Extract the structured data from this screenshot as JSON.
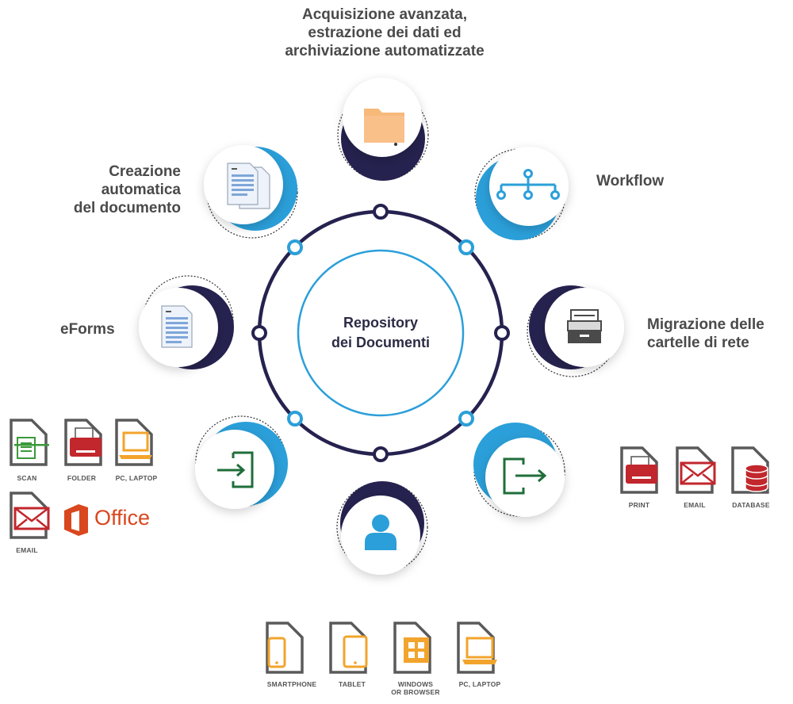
{
  "center": {
    "title_lines": [
      "Repository",
      "dei Documenti"
    ]
  },
  "nodes": [
    {
      "id": "acquisizione",
      "icon": "folder-icon",
      "label_lines": [
        "Acquisizione avanzata,",
        "estrazione dei dati ed",
        "archiviazione automatizzate"
      ]
    },
    {
      "id": "workflow",
      "icon": "workflow-icon",
      "label_lines": [
        "Workflow"
      ]
    },
    {
      "id": "migrazione",
      "icon": "file-tray-icon",
      "label_lines": [
        "Migrazione delle",
        "cartelle di rete"
      ]
    },
    {
      "id": "output",
      "icon": "export-icon",
      "label_lines": []
    },
    {
      "id": "user",
      "icon": "user-icon",
      "label_lines": []
    },
    {
      "id": "input",
      "icon": "import-icon",
      "label_lines": []
    },
    {
      "id": "eforms",
      "icon": "form-document-icon",
      "label_lines": [
        "eForms"
      ]
    },
    {
      "id": "creazione",
      "icon": "documents-icon",
      "label_lines": [
        "Creazione",
        "automatica",
        "del documento"
      ]
    }
  ],
  "input_sources": [
    {
      "icon": "scan-icon",
      "caption": "SCAN"
    },
    {
      "icon": "folder-printer-icon",
      "caption": "FOLDER"
    },
    {
      "icon": "laptop-icon",
      "caption": "PC, LAPTOP"
    },
    {
      "icon": "email-icon",
      "caption": "EMAIL"
    }
  ],
  "office_label": "Office",
  "output_targets": [
    {
      "icon": "print-icon",
      "caption": "PRINT"
    },
    {
      "icon": "email-icon",
      "caption": "EMAIL"
    },
    {
      "icon": "database-icon",
      "caption": "DATABASE"
    }
  ],
  "devices": [
    {
      "icon": "smartphone-icon",
      "caption_lines": [
        "SMARTPHONE"
      ]
    },
    {
      "icon": "tablet-icon",
      "caption_lines": [
        "TABLET"
      ]
    },
    {
      "icon": "windows-icon",
      "caption_lines": [
        "WINDOWS",
        "OR BROWSER"
      ]
    },
    {
      "icon": "laptop-icon",
      "caption_lines": [
        "PC, LAPTOP"
      ]
    }
  ],
  "colors": {
    "navy": "#25224f",
    "blue": "#2b9fd9",
    "orange": "#f2a42c",
    "red": "#c1272d",
    "green": "#3a9a3a",
    "dark_green": "#1f6e3a",
    "gray": "#4a4a4a"
  }
}
